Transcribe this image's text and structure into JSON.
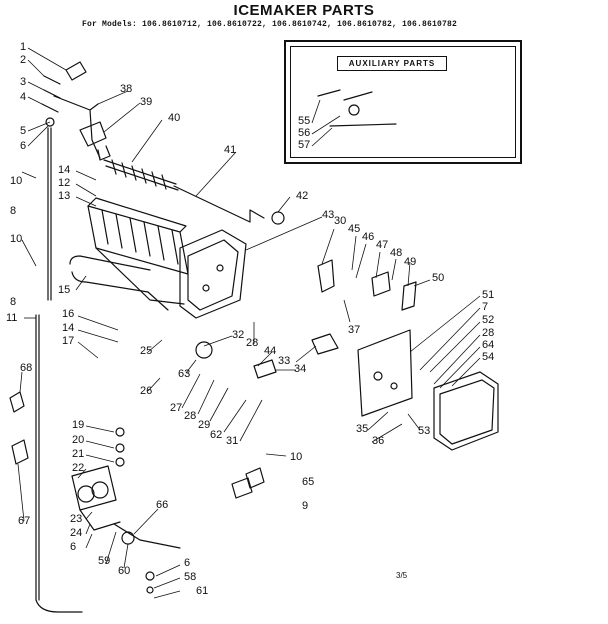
{
  "title": "ICEMAKER PARTS",
  "models_line": "For Models: 106.8610712, 106.8610722, 106.8610742, 106.8610782, 106.8610782",
  "auxiliary_label": "AUXILIARY PARTS",
  "page_number": "3/5",
  "callouts": {
    "c1": "1",
    "c2": "2",
    "c3": "3",
    "c4": "4",
    "c5": "5",
    "c6": "6",
    "c38": "38",
    "c39": "39",
    "c40": "40",
    "c41": "41",
    "c42": "42",
    "c14a": "14",
    "c12": "12",
    "c13": "13",
    "c10a": "10",
    "c8a": "8",
    "c10b": "10",
    "c8b": "8",
    "c11": "11",
    "c15": "15",
    "c16": "16",
    "c14b": "14",
    "c17": "17",
    "c25": "25",
    "c63": "63",
    "c26": "26",
    "c27": "27",
    "c28a": "28",
    "c29": "29",
    "c62": "62",
    "c31": "31",
    "c32": "32",
    "c28b": "28",
    "c44": "44",
    "c33": "33",
    "c34": "34",
    "c43": "43",
    "c30": "30",
    "c45": "45",
    "c46": "46",
    "c47": "47",
    "c48": "48",
    "c49": "49",
    "c50": "50",
    "c37": "37",
    "c51": "51",
    "c7": "7",
    "c52": "52",
    "c28c": "28",
    "c64": "64",
    "c54": "54",
    "c35": "35",
    "c36": "36",
    "c53": "53",
    "c55": "55",
    "c56": "56",
    "c57": "57",
    "c68": "68",
    "c19": "19",
    "c20": "20",
    "c21": "21",
    "c22": "22",
    "c23": "23",
    "c24": "24",
    "c6b": "6",
    "c59": "59",
    "c60": "60",
    "c66": "66",
    "c6c": "6",
    "c58": "58",
    "c61": "61",
    "c67": "67",
    "c10c": "10",
    "c65": "65",
    "c9": "9"
  }
}
